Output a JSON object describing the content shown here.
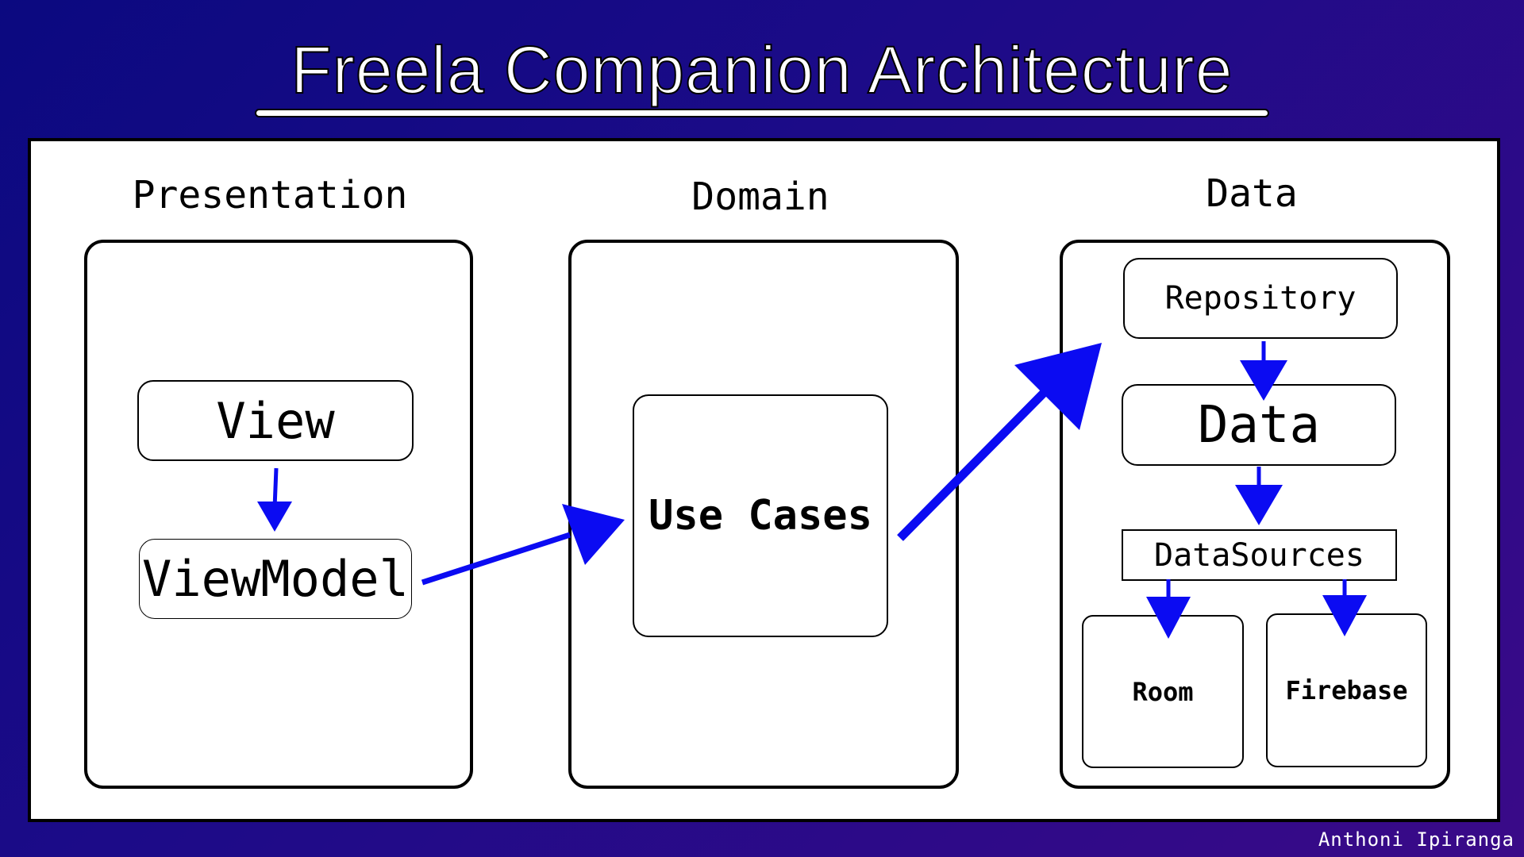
{
  "title": "Freela Companion Architecture",
  "layers": {
    "presentation": {
      "label": "Presentation",
      "nodes": {
        "view": "View",
        "viewmodel": "ViewModel"
      }
    },
    "domain": {
      "label": "Domain",
      "nodes": {
        "usecases": "Use Cases"
      }
    },
    "data": {
      "label": "Data",
      "nodes": {
        "repository": "Repository",
        "data": "Data",
        "datasources": "DataSources",
        "room": "Room",
        "firebase": "Firebase"
      }
    }
  },
  "author": "Anthoni Ipiranga",
  "colors": {
    "arrow": "#0b0bf2",
    "background_start": "#0b0980",
    "background_end": "#3a0a88"
  }
}
